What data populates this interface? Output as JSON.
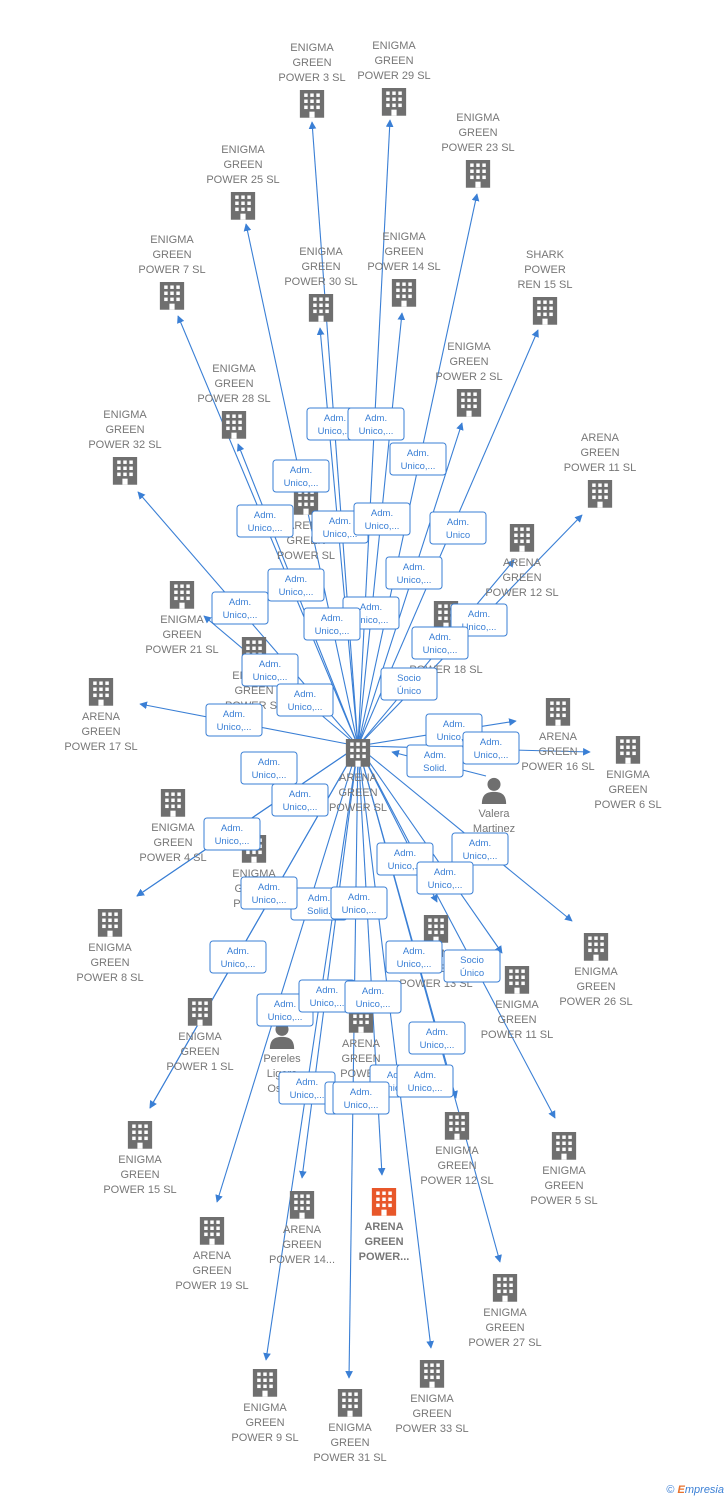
{
  "colors": {
    "edge": "#3a7fd5",
    "node": "#6f6f6f",
    "highlight": "#e8572a",
    "text": "#777777"
  },
  "center": {
    "id": "center",
    "label": [
      "ARENA",
      "GREEN",
      "POWER SL"
    ]
  },
  "highlight_id": "n_hl",
  "nodes": [
    {
      "id": "n_p3",
      "type": "company",
      "label": [
        "ENIGMA",
        "GREEN",
        "POWER 3 SL"
      ]
    },
    {
      "id": "n_p29",
      "type": "company",
      "label": [
        "ENIGMA",
        "GREEN",
        "POWER 29 SL"
      ]
    },
    {
      "id": "n_p23",
      "type": "company",
      "label": [
        "ENIGMA",
        "GREEN",
        "POWER 23 SL"
      ]
    },
    {
      "id": "n_p25",
      "type": "company",
      "label": [
        "ENIGMA",
        "GREEN",
        "POWER 25 SL"
      ]
    },
    {
      "id": "n_p7",
      "type": "company",
      "label": [
        "ENIGMA",
        "GREEN",
        "POWER 7 SL"
      ]
    },
    {
      "id": "n_p30",
      "type": "company",
      "label": [
        "ENIGMA",
        "GREEN",
        "POWER 30 SL"
      ]
    },
    {
      "id": "n_p14",
      "type": "company",
      "label": [
        "ENIGMA",
        "GREEN",
        "POWER 14 SL"
      ]
    },
    {
      "id": "n_shark",
      "type": "company",
      "label": [
        "SHARK",
        "POWER",
        "REN 15 SL"
      ]
    },
    {
      "id": "n_p2",
      "type": "company",
      "label": [
        "ENIGMA",
        "GREEN",
        "POWER 2 SL"
      ]
    },
    {
      "id": "n_p28",
      "type": "company",
      "label": [
        "ENIGMA",
        "GREEN",
        "POWER 28 SL"
      ]
    },
    {
      "id": "n_p32",
      "type": "company",
      "label": [
        "ENIGMA",
        "GREEN",
        "POWER 32 SL"
      ]
    },
    {
      "id": "n_ag_hidden1",
      "type": "company",
      "label": [
        "ARENA",
        "GREEN",
        "POWER SL"
      ]
    },
    {
      "id": "n_ag11",
      "type": "company",
      "label": [
        "ARENA",
        "GREEN",
        "POWER 11 SL"
      ]
    },
    {
      "id": "n_ag12",
      "type": "company",
      "label": [
        "ARENA",
        "GREEN",
        "POWER 12 SL"
      ]
    },
    {
      "id": "n_ag18",
      "type": "company",
      "label": [
        "ARENA",
        "GREEN",
        "POWER 18 SL"
      ]
    },
    {
      "id": "n_p21",
      "type": "company",
      "label": [
        "ENIGMA",
        "GREEN",
        "POWER 21 SL"
      ]
    },
    {
      "id": "n_hidden_sl",
      "type": "company",
      "label": [
        "ENIGMA",
        "GREEN",
        "POWER SL"
      ]
    },
    {
      "id": "n_ag17",
      "type": "company",
      "label": [
        "ARENA",
        "GREEN",
        "POWER 17 SL"
      ]
    },
    {
      "id": "n_ag16",
      "type": "company",
      "label": [
        "ARENA",
        "GREEN",
        "POWER 16 SL"
      ]
    },
    {
      "id": "n_p6",
      "type": "company",
      "label": [
        "ENIGMA",
        "GREEN",
        "POWER 6 SL"
      ]
    },
    {
      "id": "n_valera",
      "type": "person",
      "label": [
        "Valera",
        "Martinez"
      ]
    },
    {
      "id": "n_p4",
      "type": "company",
      "label": [
        "ENIGMA",
        "GREEN",
        "POWER 4 SL"
      ]
    },
    {
      "id": "n_hidden_pow",
      "type": "company",
      "label": [
        "ENIGMA",
        "GREEN",
        "POWER"
      ]
    },
    {
      "id": "n_p8",
      "type": "company",
      "label": [
        "ENIGMA",
        "GREEN",
        "POWER 8 SL"
      ]
    },
    {
      "id": "n_p13",
      "type": "company",
      "label": [
        "ENIGMA",
        "GREEN",
        "POWER 13 SL"
      ]
    },
    {
      "id": "n_p26",
      "type": "company",
      "label": [
        "ENIGMA",
        "GREEN",
        "POWER 26 SL"
      ]
    },
    {
      "id": "n_p11",
      "type": "company",
      "label": [
        "ENIGMA",
        "GREEN",
        "POWER 11 SL"
      ]
    },
    {
      "id": "n_p1",
      "type": "company",
      "label": [
        "ENIGMA",
        "GREEN",
        "POWER 1 SL"
      ]
    },
    {
      "id": "n_pereles",
      "type": "person",
      "label": [
        "Pereles",
        "Ligero",
        "Oscar"
      ]
    },
    {
      "id": "n_ag_mid",
      "type": "company",
      "label": [
        "ARENA",
        "GREEN",
        "POWER"
      ]
    },
    {
      "id": "n_p12",
      "type": "company",
      "label": [
        "ENIGMA",
        "GREEN",
        "POWER 12 SL"
      ]
    },
    {
      "id": "n_p5",
      "type": "company",
      "label": [
        "ENIGMA",
        "GREEN",
        "POWER 5 SL"
      ]
    },
    {
      "id": "n_p15",
      "type": "company",
      "label": [
        "ENIGMA",
        "GREEN",
        "POWER 15 SL"
      ]
    },
    {
      "id": "n_ag14",
      "type": "company",
      "label": [
        "ARENA",
        "GREEN",
        "POWER 14..."
      ]
    },
    {
      "id": "n_hl",
      "type": "company",
      "label": [
        "ARENA",
        "GREEN",
        "POWER..."
      ]
    },
    {
      "id": "n_ag19",
      "type": "company",
      "label": [
        "ARENA",
        "GREEN",
        "POWER 19 SL"
      ]
    },
    {
      "id": "n_p27",
      "type": "company",
      "label": [
        "ENIGMA",
        "GREEN",
        "POWER 27 SL"
      ]
    },
    {
      "id": "n_p9",
      "type": "company",
      "label": [
        "ENIGMA",
        "GREEN",
        "POWER 9 SL"
      ]
    },
    {
      "id": "n_p31",
      "type": "company",
      "label": [
        "ENIGMA",
        "GREEN",
        "POWER 31 SL"
      ]
    },
    {
      "id": "n_p33",
      "type": "company",
      "label": [
        "ENIGMA",
        "GREEN",
        "POWER 33 SL"
      ]
    }
  ],
  "edges": [
    {
      "to": "n_p3"
    },
    {
      "to": "n_p29"
    },
    {
      "to": "n_p23"
    },
    {
      "to": "n_p25"
    },
    {
      "to": "n_p7"
    },
    {
      "to": "n_p30"
    },
    {
      "to": "n_p14"
    },
    {
      "to": "n_shark"
    },
    {
      "to": "n_p2"
    },
    {
      "to": "n_p28"
    },
    {
      "to": "n_p32"
    },
    {
      "to": "n_ag11"
    },
    {
      "to": "n_ag12"
    },
    {
      "to": "n_p21"
    },
    {
      "to": "n_ag17"
    },
    {
      "to": "n_ag16"
    },
    {
      "to": "n_p6"
    },
    {
      "to": "n_p4"
    },
    {
      "to": "n_p8"
    },
    {
      "to": "n_p26"
    },
    {
      "to": "n_p11"
    },
    {
      "to": "n_p1"
    },
    {
      "to": "n_p5"
    },
    {
      "to": "n_p15"
    },
    {
      "to": "n_ag14"
    },
    {
      "to": "n_hl"
    },
    {
      "to": "n_ag19"
    },
    {
      "to": "n_p27"
    },
    {
      "to": "n_p9"
    },
    {
      "to": "n_p31"
    },
    {
      "to": "n_p33"
    },
    {
      "to": "n_p12"
    },
    {
      "to": "n_p13"
    },
    {
      "to": "n_valera",
      "reverse": true
    }
  ],
  "edge_labels": [
    [
      "Adm.",
      "Unico,..."
    ],
    [
      "Adm.",
      "Unico,..."
    ],
    [
      "Adm.",
      "Unico,..."
    ],
    [
      "Adm.",
      "Unico,..."
    ],
    [
      "Adm.",
      "Unico,..."
    ],
    [
      "Adm.",
      "Unico,..."
    ],
    [
      "Adm.",
      "Unico"
    ],
    [
      "Adm.",
      "Unico,..."
    ],
    [
      "Adm.",
      "Unico,..."
    ],
    [
      "Adm.",
      "Unico,..."
    ],
    [
      "Adm.",
      "Unico,..."
    ],
    [
      "Adm.",
      "Unico,..."
    ],
    [
      "Adm.",
      "Unico,..."
    ],
    [
      "Adm.",
      "Unico,..."
    ],
    [
      "Adm.",
      "Unico,..."
    ],
    [
      "Socio",
      "Único"
    ],
    [
      "Adm.",
      "Unico,..."
    ],
    [
      "Adm.",
      "Unico,..."
    ],
    [
      "Adm.",
      "Unico,..."
    ],
    [
      "Adm.",
      "Solid."
    ],
    [
      "Adm.",
      "Unico,..."
    ],
    [
      "Adm.",
      "Unico,..."
    ],
    [
      "Adm.",
      "Unico,..."
    ],
    [
      "Adm.",
      "Unico,..."
    ],
    [
      "Adm.",
      "Unico,..."
    ],
    [
      "Adm.",
      "Unico,..."
    ],
    [
      "Adm.",
      "Unico,..."
    ],
    [
      "Adm.",
      "Solid."
    ],
    [
      "Adm.",
      "Unico,..."
    ],
    [
      "Adm.",
      "Unico,..."
    ],
    [
      "Adm.",
      "Unico,..."
    ],
    [
      "Adm.",
      "Unico,..."
    ],
    [
      "Adm.",
      "Unico,..."
    ],
    [
      "Socio",
      "Único"
    ],
    [
      "Adm.",
      "Unico,..."
    ],
    [
      "Adm.",
      "Unico,..."
    ],
    [
      "Adm.",
      "Unico,..."
    ],
    [
      "Adm.",
      "Unico,..."
    ],
    [
      "Adm.",
      "Unico,..."
    ],
    [
      "Adm.",
      "Unico,..."
    ],
    [
      "Adm.",
      "Unico,..."
    ],
    [
      "Adm.",
      "Unico,..."
    ],
    [
      "Adm.",
      "Unico,..."
    ]
  ],
  "footer": {
    "copyright": "©",
    "brand_initial": "E",
    "brand_rest": "mpresia"
  }
}
